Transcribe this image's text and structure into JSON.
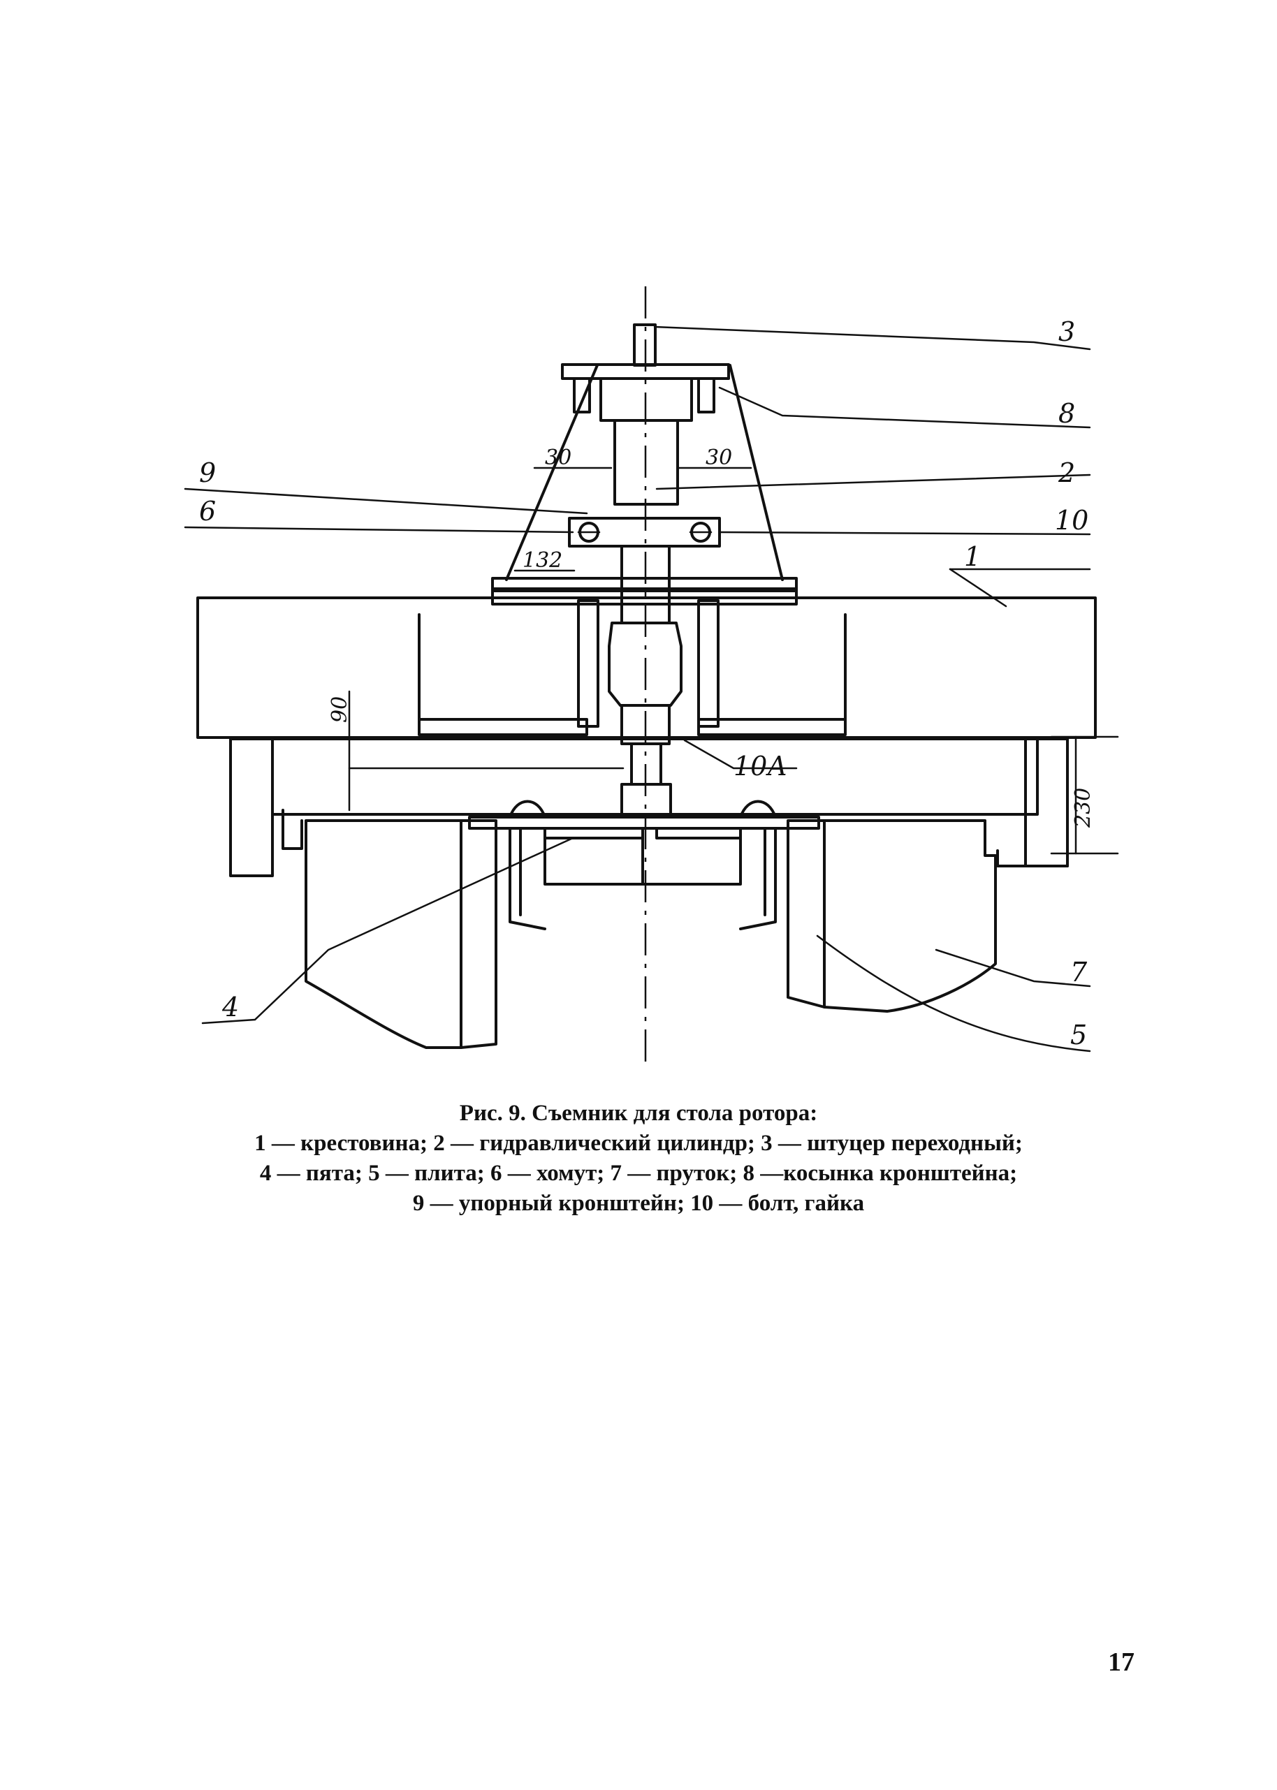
{
  "figure": {
    "callouts": {
      "c1": "1",
      "c2": "2",
      "c3": "3",
      "c4": "4",
      "c5": "5",
      "c6": "6",
      "c7": "7",
      "c8": "8",
      "c9": "9",
      "c10": "10",
      "c10a": "10А"
    },
    "dimensions": {
      "d30_left": "30",
      "d30_right": "30",
      "d132": "132",
      "d90": "90",
      "d230": "230"
    }
  },
  "caption": {
    "title": "Рис. 9. Съемник для стола ротора:",
    "line1": "1 — крестовина;  2 — гидравлический цилиндр;  3 — штуцер  переходный;",
    "line2": "4 — пята;  5 — плита;  6 — хомут;  7 — пруток;  8 —косынка кронштейна;",
    "line3": "9 — упорный кронштейн;  10 — болт, гайка"
  },
  "page_number": "17"
}
